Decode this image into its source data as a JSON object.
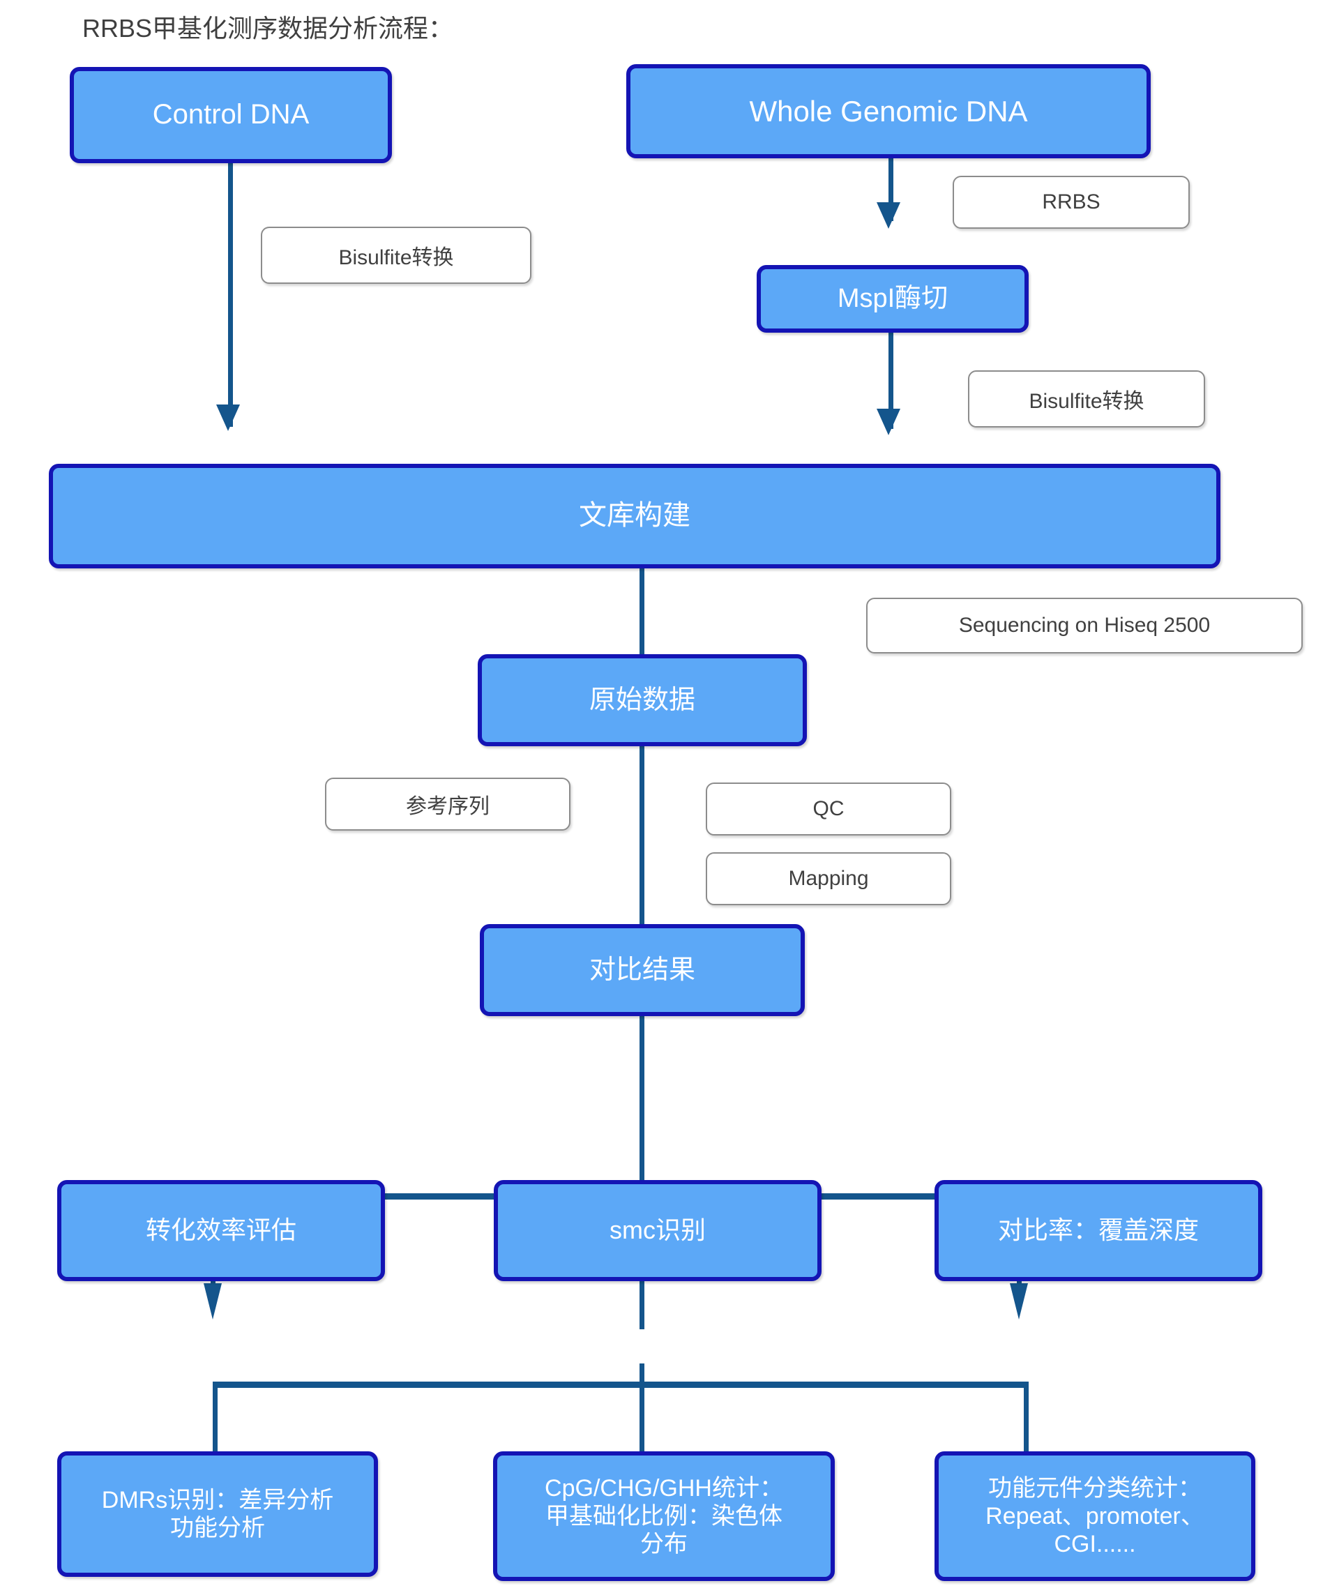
{
  "title": "RRBS甲基化测序数据分析流程：",
  "colors": {
    "node_fill": "#5CA8F7",
    "node_border": "#1414B4",
    "node_text": "#FFFFFF",
    "connector": "#14558C",
    "label_border": "#8C8C8C",
    "label_text": "#404040",
    "background": "#FFFFFF"
  },
  "nodes": {
    "control_dna": {
      "label": "Control DNA"
    },
    "whole_genomic_dna": {
      "label": "Whole Genomic DNA"
    },
    "mspi_digestion": {
      "label": "MspI酶切"
    },
    "library_construction": {
      "label": "文库构建"
    },
    "raw_data": {
      "label": "原始数据"
    },
    "alignment_result": {
      "label": "对比结果"
    },
    "conversion_efficiency": {
      "label": "转化效率评估"
    },
    "smc_identification": {
      "label": "smc识别"
    },
    "mapping_rate": {
      "label": "对比率：覆盖深度"
    },
    "dmrs": {
      "line1": "DMRs识别：差异分析",
      "line2": "功能分析"
    },
    "cpg_stats": {
      "line1": "CpG/CHG/GHH统计：",
      "line2": "甲基础化比例：染色体",
      "line3": "分布"
    },
    "functional_elements": {
      "line1": "功能元件分类统计：",
      "line2": "Repeat、promoter、",
      "line3": "CGI......"
    }
  },
  "labels": {
    "bisulfite_left": "Bisulfite转换",
    "rrbs": "RRBS",
    "bisulfite_right": "Bisulfite转换",
    "sequencing": "Sequencing on Hiseq 2500",
    "reference_sequence": "参考序列",
    "qc": "QC",
    "mapping": "Mapping"
  }
}
